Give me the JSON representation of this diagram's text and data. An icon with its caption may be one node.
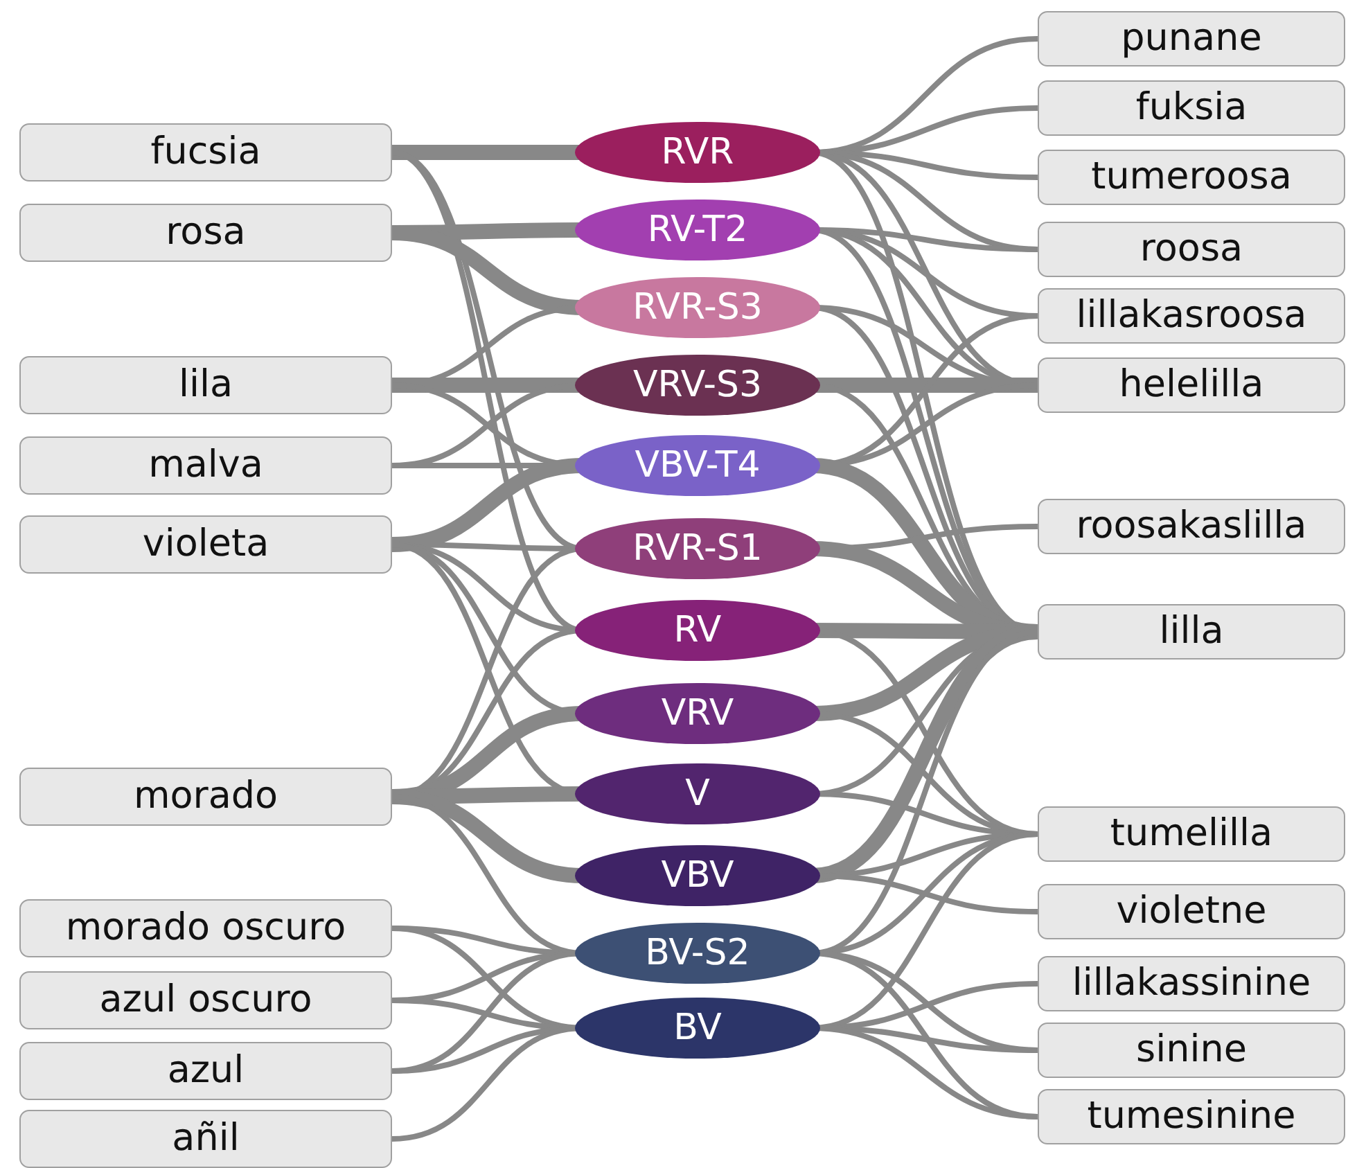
{
  "diagram": {
    "nodes": [
      {
        "text": [
          "fucsia"
        ]
      },
      {
        "text": [
          "rosa"
        ]
      },
      {
        "text": [
          "lila"
        ]
      },
      {
        "text": [
          "malva"
        ]
      },
      {
        "text": [
          "violeta"
        ]
      },
      {
        "text": [
          "morado"
        ]
      },
      {
        "text": [
          "morado oscuro"
        ]
      },
      {
        "text": [
          "azul oscuro"
        ]
      },
      {
        "text": [
          "azul"
        ]
      },
      {
        "text": [
          "añil"
        ]
      },
      {
        "text": [
          "RVR"
        ]
      },
      {
        "text": [
          "RV-T2"
        ]
      },
      {
        "text": [
          "RVR-S3"
        ]
      },
      {
        "text": [
          "VRV-S3"
        ]
      },
      {
        "text": [
          "VBV-T4"
        ]
      },
      {
        "text": [
          "RVR-S1"
        ]
      },
      {
        "text": [
          "RV"
        ]
      },
      {
        "text": [
          "VRV"
        ]
      },
      {
        "text": [
          "V"
        ]
      },
      {
        "text": [
          "VBV"
        ]
      },
      {
        "text": [
          "BV-S2"
        ]
      },
      {
        "text": [
          "BV"
        ]
      },
      {
        "text": [
          "punane"
        ]
      },
      {
        "text": [
          "fuksia"
        ]
      },
      {
        "text": [
          "tumeroosa"
        ]
      },
      {
        "text": [
          "roosa"
        ]
      },
      {
        "text": [
          "lillakasroosa"
        ]
      },
      {
        "text": [
          "helelilla"
        ]
      },
      {
        "text": [
          "roosakaslilla"
        ]
      },
      {
        "text": [
          "lilla"
        ]
      },
      {
        "text": [
          "tumelilla"
        ]
      },
      {
        "text": [
          "violetne"
        ]
      },
      {
        "text": [
          "lillakassinine"
        ]
      },
      {
        "text": [
          "sinine"
        ]
      },
      {
        "text": [
          "tumesinine"
        ]
      }
    ],
    "edges": [
      {
        "from": 0,
        "to": 10,
        "arrow": "none",
        "style": "thick"
      },
      {
        "from": 0,
        "to": 15,
        "arrow": "none"
      },
      {
        "from": 0,
        "to": 16,
        "arrow": "none"
      },
      {
        "from": 1,
        "to": 11,
        "arrow": "none",
        "style": "thick"
      },
      {
        "from": 1,
        "to": 12,
        "arrow": "none",
        "style": "thick"
      },
      {
        "from": 2,
        "to": 12,
        "arrow": "none"
      },
      {
        "from": 2,
        "to": 13,
        "arrow": "none",
        "style": "thick"
      },
      {
        "from": 2,
        "to": 14,
        "arrow": "none"
      },
      {
        "from": 3,
        "to": 13,
        "arrow": "none"
      },
      {
        "from": 3,
        "to": 14,
        "arrow": "none"
      },
      {
        "from": 4,
        "to": 14,
        "arrow": "none",
        "style": "thick"
      },
      {
        "from": 4,
        "to": 15,
        "arrow": "none"
      },
      {
        "from": 4,
        "to": 16,
        "arrow": "none"
      },
      {
        "from": 4,
        "to": 17,
        "arrow": "none"
      },
      {
        "from": 4,
        "to": 18,
        "arrow": "none"
      },
      {
        "from": 5,
        "to": 15,
        "arrow": "none"
      },
      {
        "from": 5,
        "to": 16,
        "arrow": "none"
      },
      {
        "from": 5,
        "to": 17,
        "arrow": "none",
        "style": "thick"
      },
      {
        "from": 5,
        "to": 18,
        "arrow": "none",
        "style": "thick"
      },
      {
        "from": 5,
        "to": 19,
        "arrow": "none",
        "style": "thick"
      },
      {
        "from": 5,
        "to": 20,
        "arrow": "none"
      },
      {
        "from": 6,
        "to": 20,
        "arrow": "none"
      },
      {
        "from": 6,
        "to": 21,
        "arrow": "none"
      },
      {
        "from": 7,
        "to": 20,
        "arrow": "none"
      },
      {
        "from": 7,
        "to": 21,
        "arrow": "none"
      },
      {
        "from": 8,
        "to": 20,
        "arrow": "none"
      },
      {
        "from": 8,
        "to": 21,
        "arrow": "none"
      },
      {
        "from": 9,
        "to": 21,
        "arrow": "none"
      },
      {
        "from": 10,
        "to": 22,
        "arrow": "none"
      },
      {
        "from": 10,
        "to": 23,
        "arrow": "none"
      },
      {
        "from": 10,
        "to": 24,
        "arrow": "none"
      },
      {
        "from": 10,
        "to": 25,
        "arrow": "none"
      },
      {
        "from": 10,
        "to": 27,
        "arrow": "none"
      },
      {
        "from": 10,
        "to": 29,
        "arrow": "none"
      },
      {
        "from": 11,
        "to": 25,
        "arrow": "none"
      },
      {
        "from": 11,
        "to": 26,
        "arrow": "none"
      },
      {
        "from": 11,
        "to": 27,
        "arrow": "none"
      },
      {
        "from": 11,
        "to": 29,
        "arrow": "none"
      },
      {
        "from": 12,
        "to": 27,
        "arrow": "none"
      },
      {
        "from": 12,
        "to": 29,
        "arrow": "none"
      },
      {
        "from": 13,
        "to": 27,
        "arrow": "none",
        "style": "thick"
      },
      {
        "from": 13,
        "to": 29,
        "arrow": "none"
      },
      {
        "from": 14,
        "to": 26,
        "arrow": "none"
      },
      {
        "from": 14,
        "to": 27,
        "arrow": "none"
      },
      {
        "from": 14,
        "to": 29,
        "arrow": "none",
        "style": "thick"
      },
      {
        "from": 15,
        "to": 28,
        "arrow": "none"
      },
      {
        "from": 15,
        "to": 29,
        "arrow": "none",
        "style": "thick"
      },
      {
        "from": 16,
        "to": 29,
        "arrow": "none",
        "style": "thick"
      },
      {
        "from": 16,
        "to": 30,
        "arrow": "none"
      },
      {
        "from": 17,
        "to": 29,
        "arrow": "none",
        "style": "thick"
      },
      {
        "from": 17,
        "to": 30,
        "arrow": "none"
      },
      {
        "from": 18,
        "to": 29,
        "arrow": "none"
      },
      {
        "from": 18,
        "to": 30,
        "arrow": "none"
      },
      {
        "from": 19,
        "to": 29,
        "arrow": "none",
        "style": "thick"
      },
      {
        "from": 19,
        "to": 30,
        "arrow": "none"
      },
      {
        "from": 19,
        "to": 31,
        "arrow": "none"
      },
      {
        "from": 20,
        "to": 29,
        "arrow": "none"
      },
      {
        "from": 20,
        "to": 30,
        "arrow": "none"
      },
      {
        "from": 20,
        "to": 33,
        "arrow": "none"
      },
      {
        "from": 20,
        "to": 34,
        "arrow": "none"
      },
      {
        "from": 21,
        "to": 30,
        "arrow": "none"
      },
      {
        "from": 21,
        "to": 32,
        "arrow": "none"
      },
      {
        "from": 21,
        "to": 33,
        "arrow": "none"
      },
      {
        "from": 21,
        "to": 34,
        "arrow": "none"
      }
    ]
  }
}
